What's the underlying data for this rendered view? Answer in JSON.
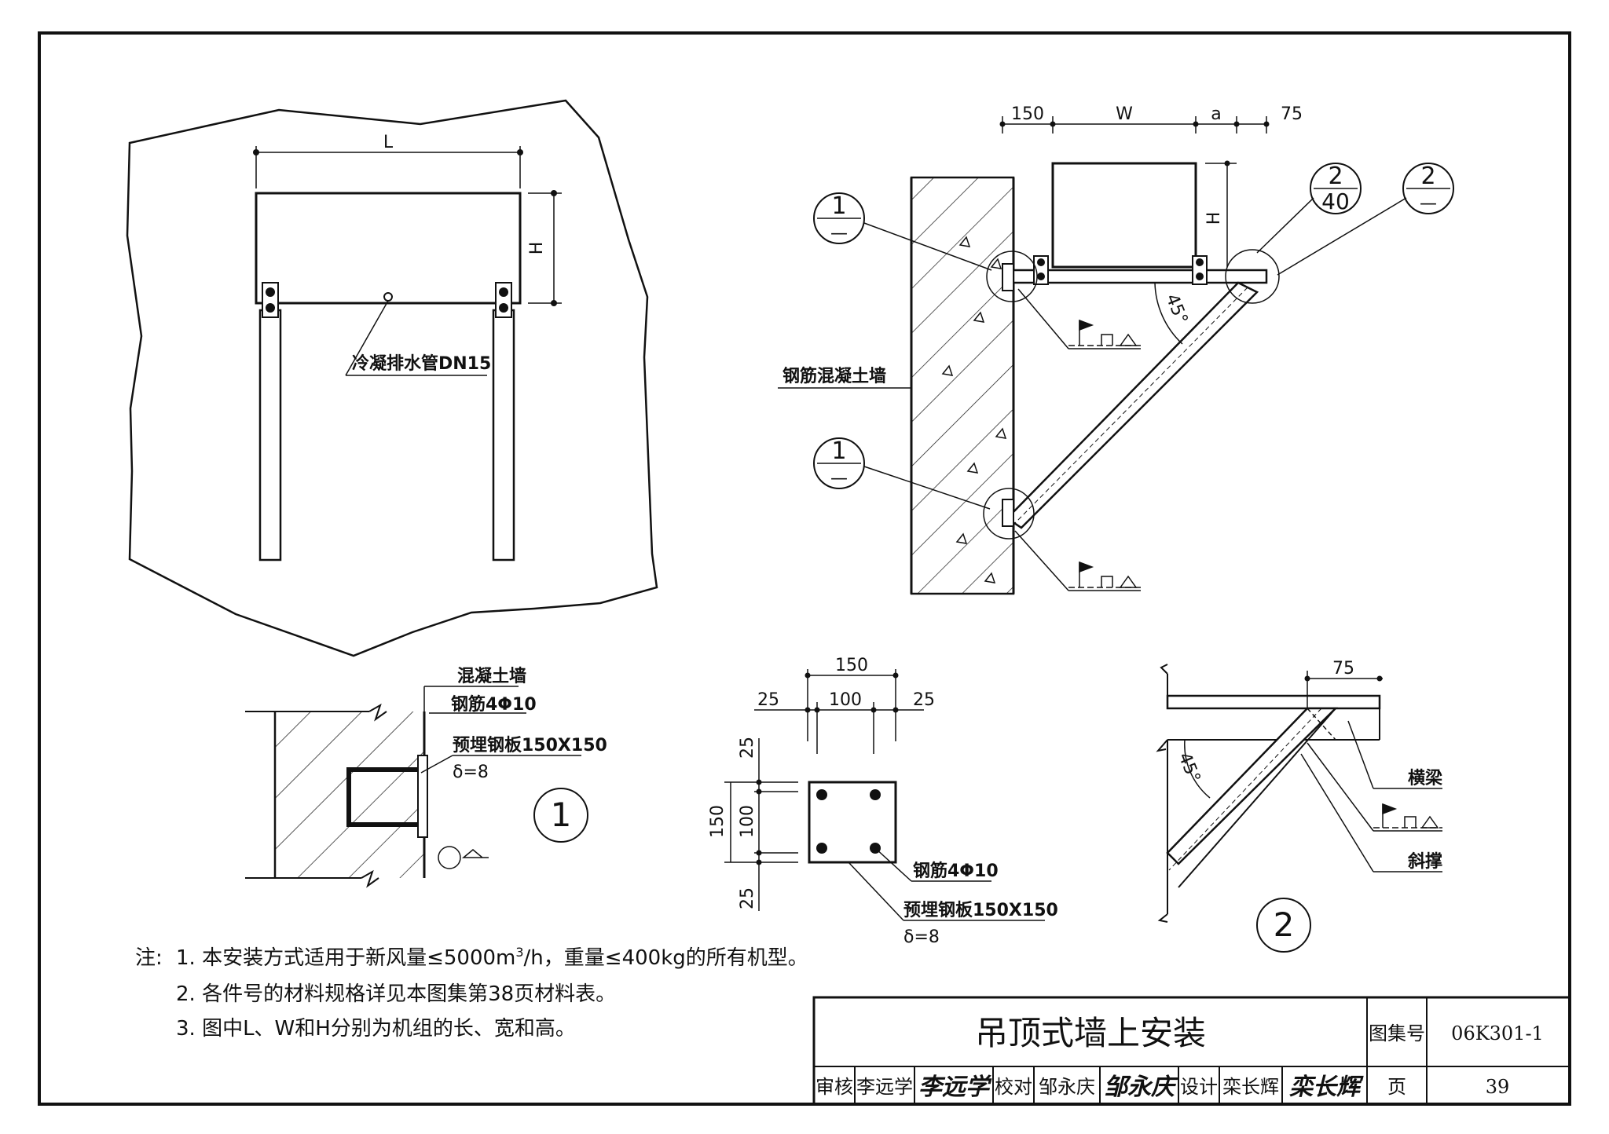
{
  "view_elevation": {
    "dim_length": "L",
    "dim_height": "H",
    "drain_label": "冷凝排水管DN15"
  },
  "view_side": {
    "dim_150": "150",
    "dim_w": "W",
    "dim_a": "a",
    "dim_75": "75",
    "dim_h": "H",
    "wall_label": "钢筋混凝土墙",
    "callout_1_num": "1",
    "callout_1_den": "—",
    "callout_2_num": "2",
    "callout_2_page": "40",
    "callout_2_den": "—",
    "angle": "45°"
  },
  "detail_1": {
    "label_wall": "混凝土墙",
    "label_rebar": "钢筋4Φ10",
    "label_plate": "预埋钢板150X150",
    "label_delta": "δ=8",
    "number": "1"
  },
  "plate_detail": {
    "dim_150_top": "150",
    "dim_25_left": "25",
    "dim_100": "100",
    "dim_25_right": "25",
    "dim_25_top": "25",
    "dim_150_side": "150",
    "dim_100_side": "100",
    "dim_25_bottom": "25",
    "label_rebar": "钢筋4Φ10",
    "label_plate": "预埋钢板150X150",
    "label_delta": "δ=8"
  },
  "detail_2": {
    "dim_75": "75",
    "angle": "45°",
    "label_beam": "横梁",
    "label_brace": "斜撑",
    "number": "2"
  },
  "notes": {
    "prefix": "注:",
    "n1_a": "1. 本安装方式适用于新风量≤5000m",
    "n1_sup": "3",
    "n1_b": "/h，重量≤400kg的所有机型。",
    "n2": "2. 各件号的材料规格详见本图集第38页材料表。",
    "n3": "3. 图中L、W和H分别为机组的长、宽和高。"
  },
  "title_block": {
    "title": "吊顶式墙上安装",
    "atlas_label": "图集号",
    "atlas_value": "06K301-1",
    "review_label": "审核",
    "review_name": "李远学",
    "review_sig": "李远学",
    "check_label": "校对",
    "check_name": "邹永庆",
    "check_sig": "邹永庆",
    "design_label": "设计",
    "design_name": "栾长辉",
    "design_sig": "栾长辉",
    "page_label": "页",
    "page_value": "39"
  }
}
